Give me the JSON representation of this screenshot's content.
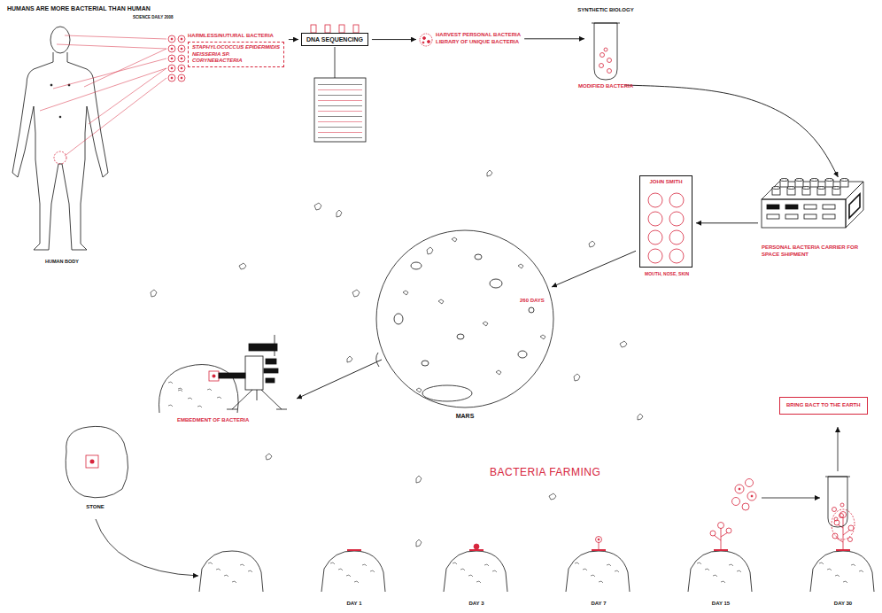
{
  "diagram": {
    "title": "HUMANS ARE MORE BACTERIAL THAN HUMAN",
    "nodes": [
      {
        "text": [
          "HUMAN BODY"
        ]
      },
      {
        "text": [
          "HARMLESS/NUTURAL BACTERIA",
          "STAPHYLOCOCCUS EPIDERMIDIS",
          "NEISSERIA SP.",
          "CORYNEBACTERIA"
        ]
      },
      {
        "text": [
          "DNA SEQUENCING"
        ]
      },
      {
        "text": [
          "HARVEST PERSONAL BACTERIA",
          "LIBRARY OF UNIQUE BACTERIA"
        ]
      },
      {
        "text": [
          "SYNTHETIC BIOLOGY",
          "MODIFIED BACTERIA"
        ]
      },
      {
        "text": [
          "PERSONAL BACTERIA CARRIER FOR SPACE SHIPMENT"
        ]
      },
      {
        "text": [
          "JOHN SMITH",
          "MOUTH, NOSE, SKIN"
        ]
      },
      {
        "text": [
          "MARS"
        ]
      },
      {
        "text": [
          "EMBEDMENT OF BACTERIA"
        ]
      },
      {
        "text": [
          "STONE"
        ]
      },
      {
        "text": [
          "BRING BACT TO THE EARTH"
        ]
      }
    ],
    "edges": [
      {
        "from": 1,
        "to": 2,
        "arrow": "to"
      },
      {
        "from": 2,
        "to": 3,
        "arrow": "to"
      },
      {
        "from": 3,
        "to": 4,
        "arrow": "to"
      },
      {
        "from": 4,
        "to": 5,
        "arrow": "to"
      },
      {
        "from": 5,
        "to": 6,
        "arrow": "to"
      },
      {
        "from": 6,
        "to": 7,
        "label": "260 DAYS",
        "arrow": "to"
      },
      {
        "from": 7,
        "to": 8,
        "arrow": "to"
      }
    ],
    "labels": [
      "SCIENCE DAILY 2008",
      "BACTERIA FARMING",
      "DAY 1",
      "DAY 3",
      "DAY 7",
      "DAY 15",
      "DAY 30"
    ]
  }
}
